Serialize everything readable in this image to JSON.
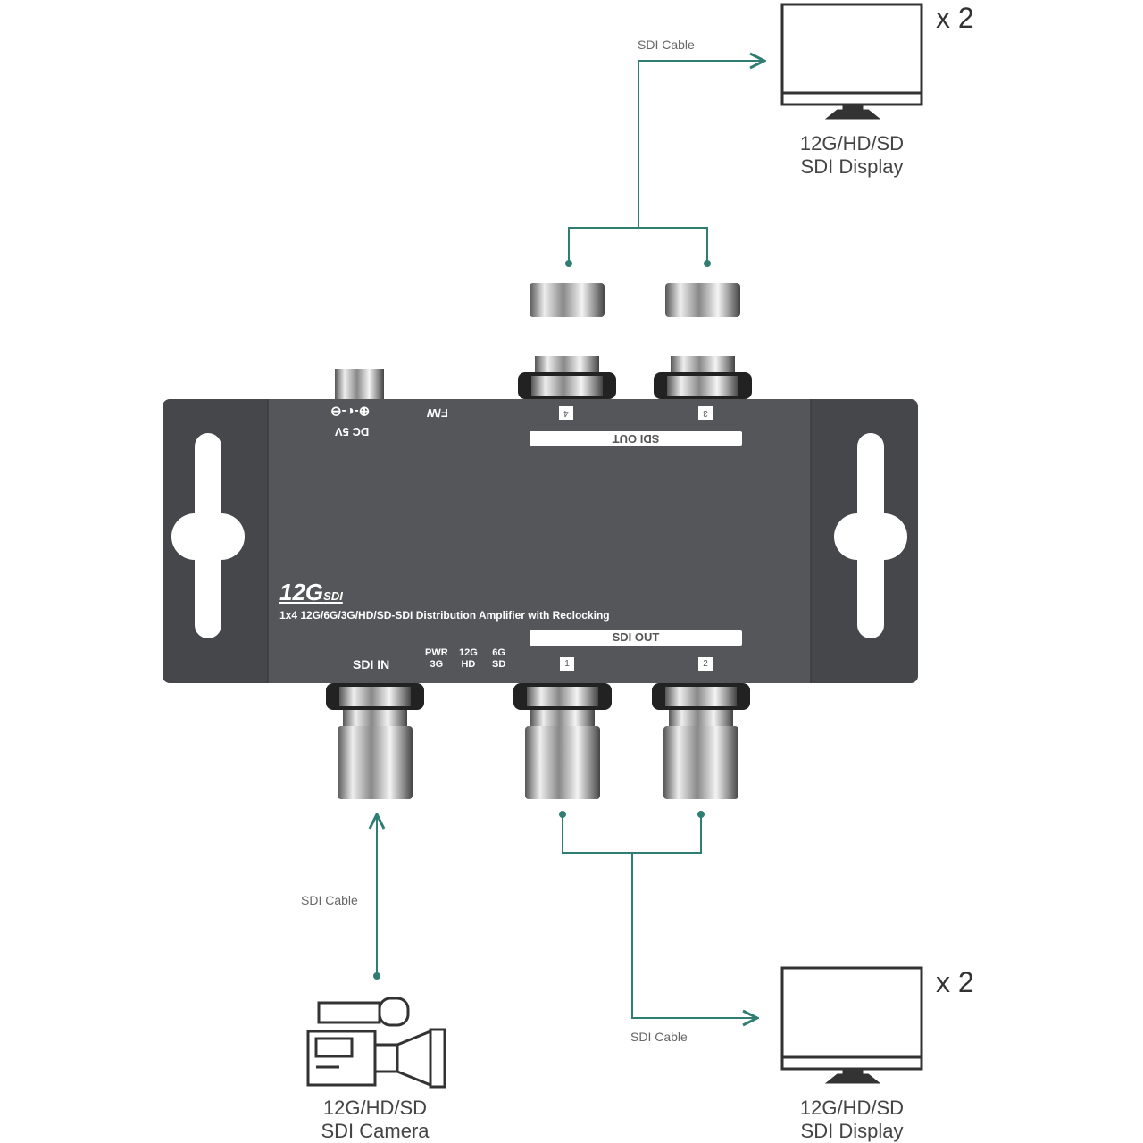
{
  "colors": {
    "accent": "#2f7d73",
    "device": "#4a4b4f",
    "panel": "#55565a"
  },
  "top_output": {
    "cable_label": "SDI Cable",
    "count": "x 2",
    "display_label_line1": "12G/HD/SD",
    "display_label_line2": "SDI Display"
  },
  "bottom_output": {
    "cable_label": "SDI Cable",
    "count": "x 2",
    "display_label_line1": "12G/HD/SD",
    "display_label_line2": "SDI Display"
  },
  "input": {
    "cable_label": "SDI Cable",
    "camera_label_line1": "12G/HD/SD",
    "camera_label_line2": "SDI Camera"
  },
  "device": {
    "logo": "12G SDI",
    "logo_main": "12G",
    "logo_sub": "SDI",
    "description": "1x4 12G/6G/3G/HD/SD-SDI Distribution Amplifier with Reclocking",
    "sdi_in": "SDI IN",
    "leds": [
      {
        "top": "PWR",
        "bottom": "3G"
      },
      {
        "top": "12G",
        "bottom": "HD"
      },
      {
        "top": "6G",
        "bottom": "SD"
      }
    ],
    "sdi_out_front": "SDI OUT",
    "sdi_out_back": "SDI OUT",
    "ports": [
      "1",
      "2",
      "3",
      "4"
    ],
    "dc": "DC 5V",
    "polarity": "⊕-◐-⊖",
    "fw": "F/W"
  }
}
